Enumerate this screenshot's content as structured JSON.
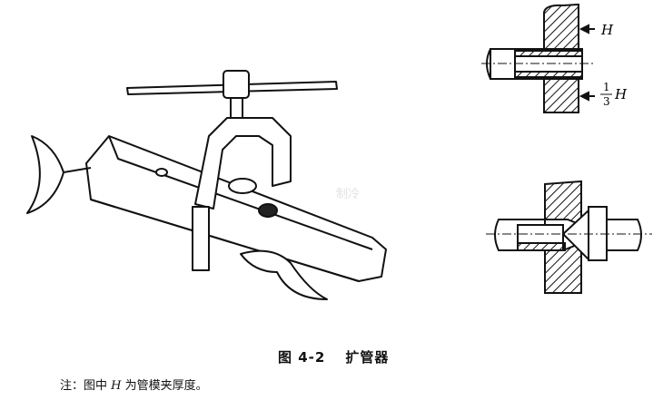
{
  "figure": {
    "number": "图 4-2",
    "title": "扩管器",
    "note_prefix": "注：图中",
    "note_symbol": "H",
    "note_text": "为管模夹厚度。",
    "label_top": "H",
    "label_fraction_num": "1",
    "label_fraction_den": "3",
    "label_bottom": "H",
    "watermark": "制冷"
  }
}
